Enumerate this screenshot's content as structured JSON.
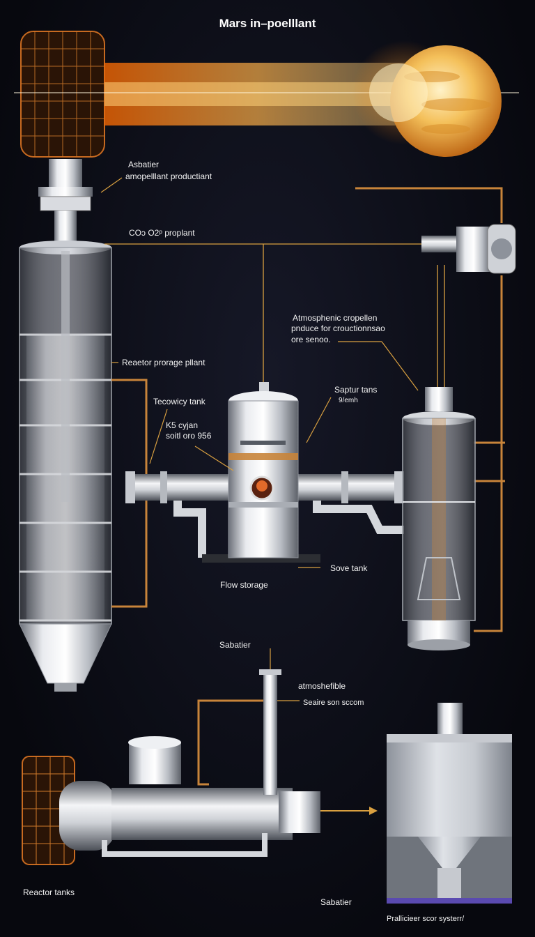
{
  "title": "Mars in–poelllant",
  "labels": {
    "sabatier_top_1": "Asbatier",
    "sabatier_top_2": "amopelllant productiant",
    "co2_o2": "COɔ O2ᵖ proplant",
    "atmos_1": "Atmosphenic cropellen",
    "atmos_2": "pnduce for crouctionnsao",
    "atmos_3": "ore senoo.",
    "reactor_storage": "Reaetor prorage pllant",
    "tecowicy": "Tecowicy tank",
    "saptur": "Saptur tans",
    "saptur_sub": "9/emh",
    "k5_1": "K5 cyjan",
    "k5_2": "soitl oro 956",
    "sove_tank": "Sove tank",
    "flow_storage": "Flow storage",
    "sabatier_mid": "Sabatier",
    "atmoshefible": "atmoshefible",
    "seaire": "Seaire son sccom",
    "reactor_tanks": "Reactor tanks",
    "sabatier_bottom": "Sabatier",
    "prallicieer": "Prallicieer scor systerr/"
  },
  "colors": {
    "background": "#0a0b12",
    "pipe_copper": "#c8843a",
    "leader_gold": "#d9a040",
    "steel_light": "#e6e8ec",
    "steel_dark": "#7a7f88",
    "beam": "#ff8a1a",
    "planet": "#f0b040"
  },
  "icons": [
    "solar-collector-icon",
    "mars-planet-icon",
    "reactor-column-icon",
    "central-tank-icon",
    "glass-tank-icon",
    "pump-assembly-icon",
    "storage-silo-icon"
  ]
}
